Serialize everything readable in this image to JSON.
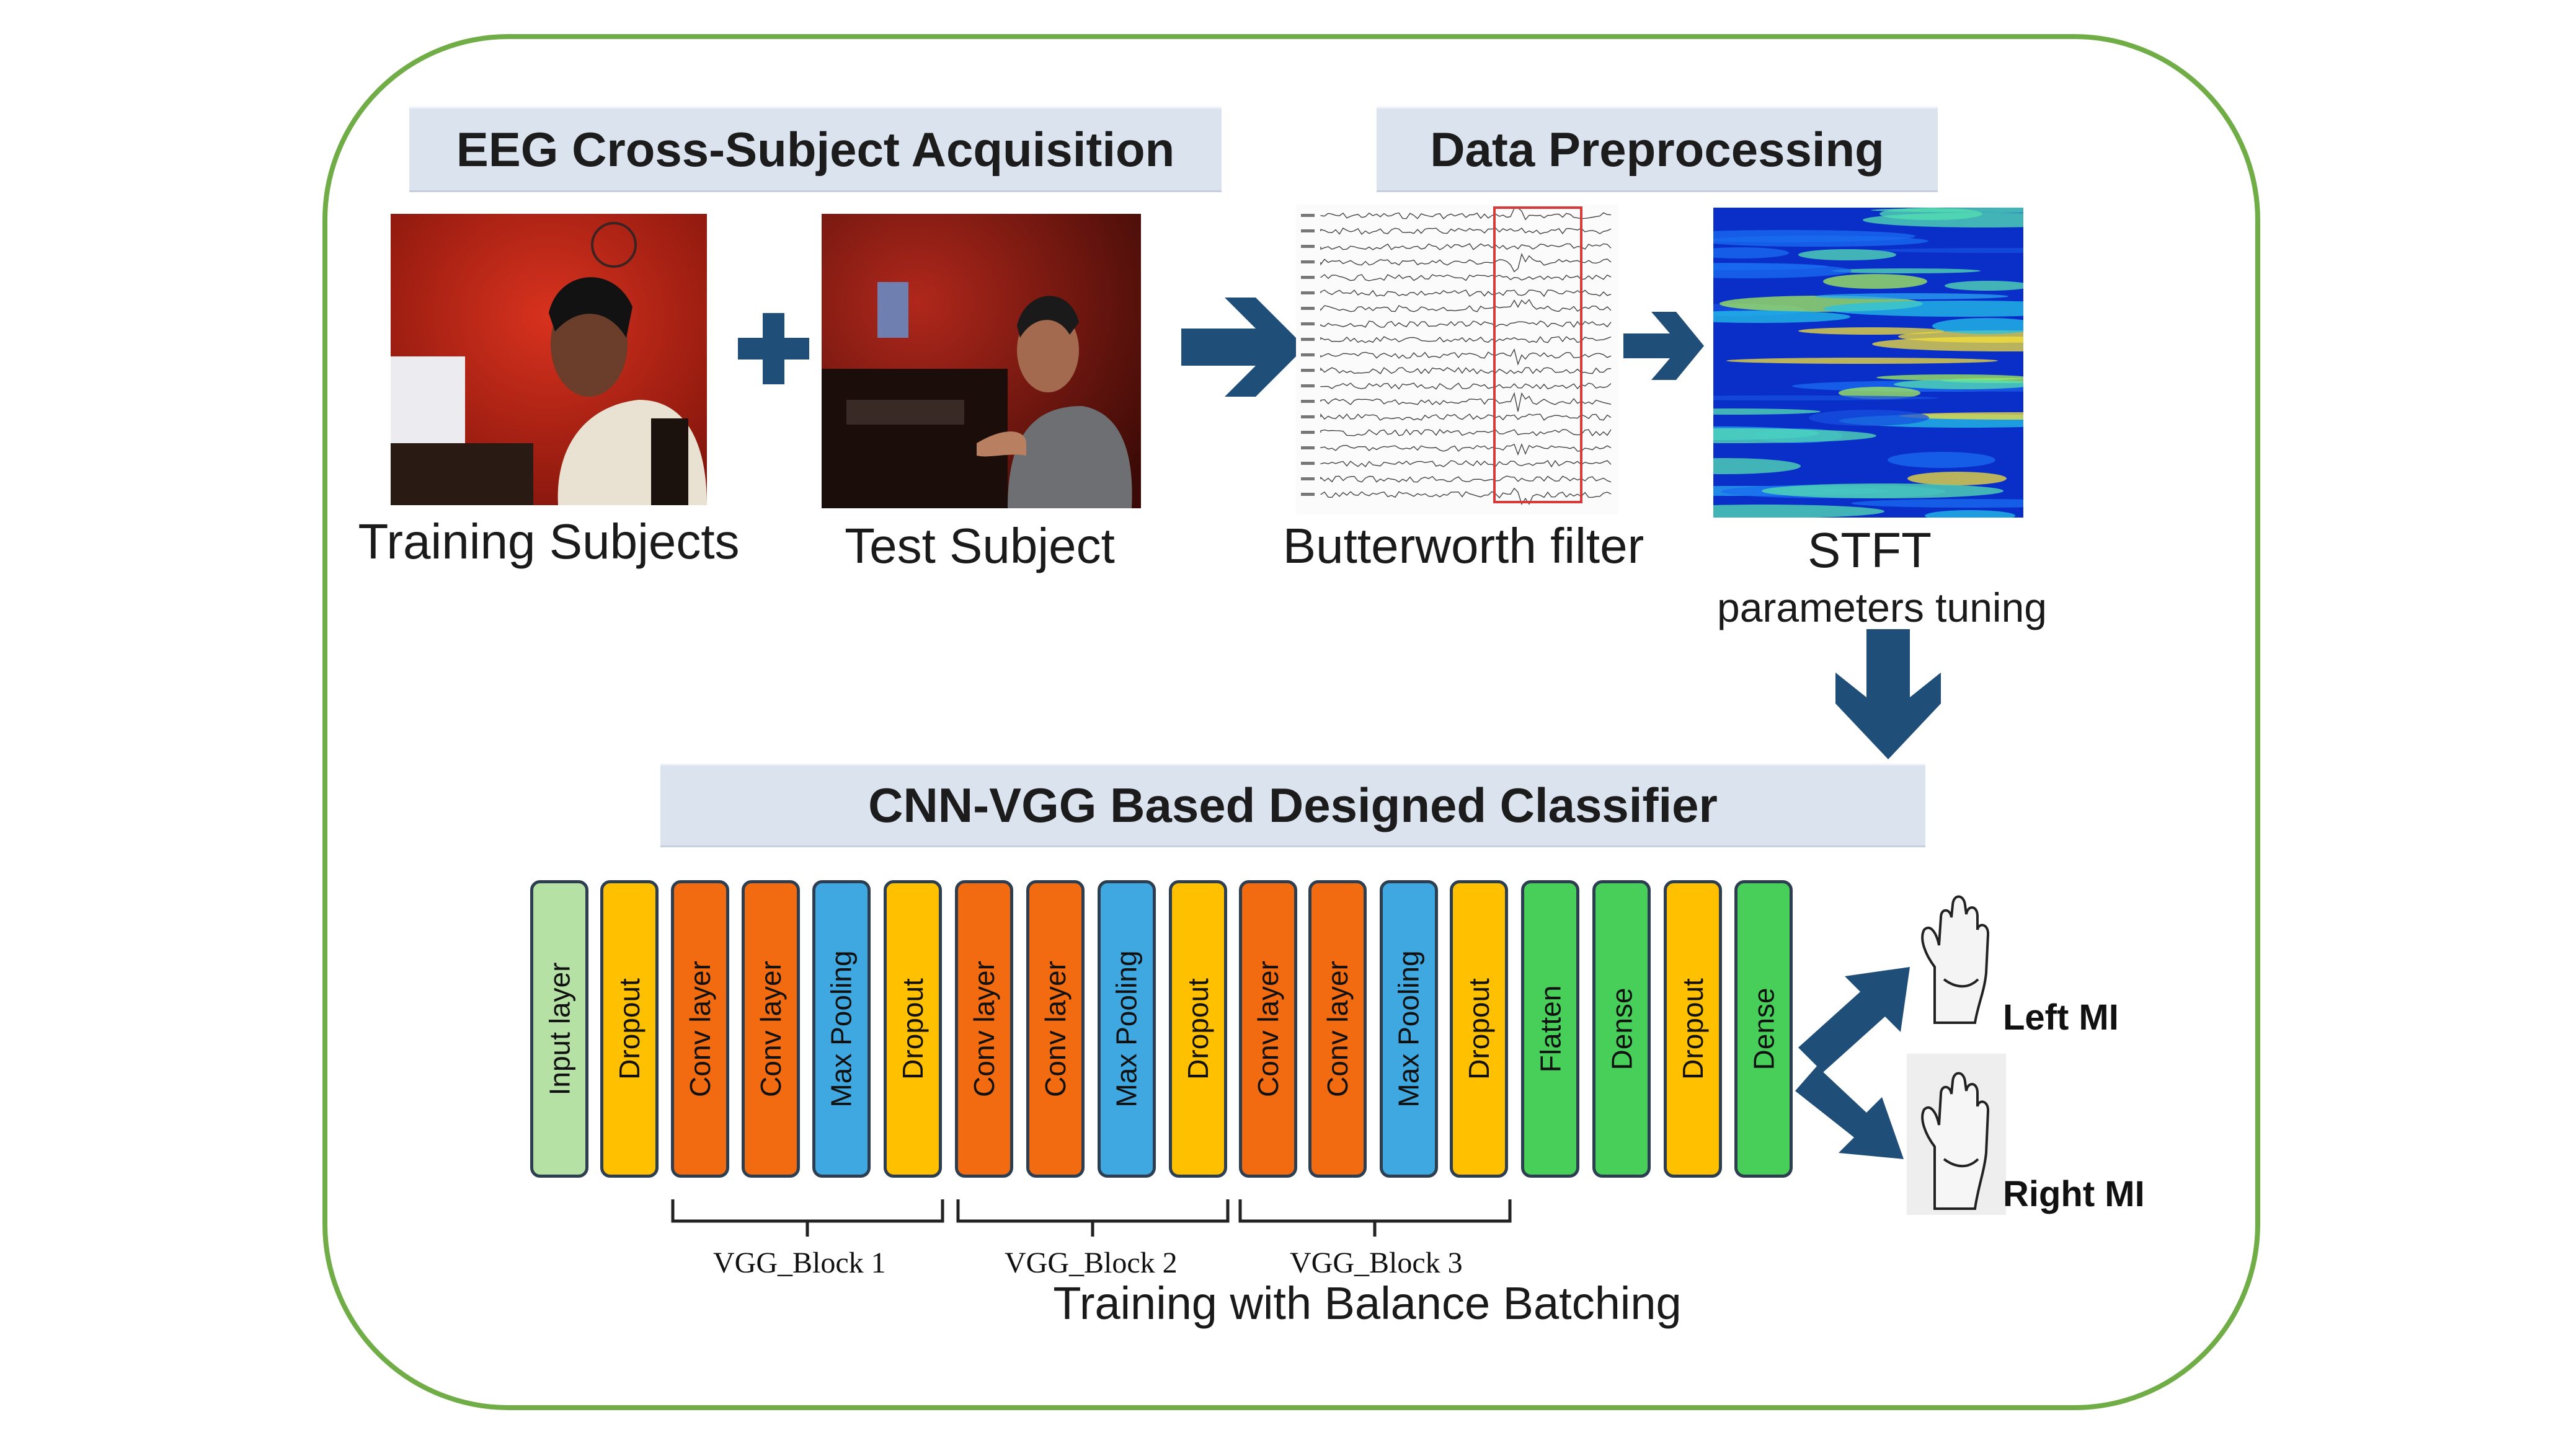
{
  "banners": {
    "acquisition": "EEG Cross-Subject Acquisition",
    "preprocessing": "Data Preprocessing",
    "classifier": "CNN-VGG Based Designed Classifier"
  },
  "captions": {
    "training": "Training Subjects",
    "test": "Test Subject",
    "butterworth": "Butterworth filter",
    "stft": "STFT",
    "stft_sub": "parameters tuning"
  },
  "layers": [
    {
      "label": "Input layer",
      "color": "#b5e2a4"
    },
    {
      "label": "Dropout",
      "color": "#ffc000"
    },
    {
      "label": "Conv layer",
      "color": "#f26b10"
    },
    {
      "label": "Conv layer",
      "color": "#f26b10"
    },
    {
      "label": "Max Pooling",
      "color": "#3fa8e0"
    },
    {
      "label": "Dropout",
      "color": "#ffc000"
    },
    {
      "label": "Conv layer",
      "color": "#f26b10"
    },
    {
      "label": "Conv layer",
      "color": "#f26b10"
    },
    {
      "label": "Max Pooling",
      "color": "#3fa8e0"
    },
    {
      "label": "Dropout",
      "color": "#ffc000"
    },
    {
      "label": "Conv layer",
      "color": "#f26b10"
    },
    {
      "label": "Conv layer",
      "color": "#f26b10"
    },
    {
      "label": "Max Pooling",
      "color": "#3fa8e0"
    },
    {
      "label": "Dropout",
      "color": "#ffc000"
    },
    {
      "label": "Flatten",
      "color": "#47cf5a"
    },
    {
      "label": "Dense",
      "color": "#47cf5a"
    },
    {
      "label": "Dropout",
      "color": "#ffc000"
    },
    {
      "label": "Dense",
      "color": "#47cf5a"
    }
  ],
  "blocks": [
    "VGG_Block 1",
    "VGG_Block 2",
    "VGG_Block 3"
  ],
  "training_note": "Training with Balance Batching",
  "outputs": {
    "left": "Left MI",
    "right": "Right MI"
  },
  "colors": {
    "frame": "#70ad47",
    "arrow": "#1f4e79",
    "banner": "#dbe3ef"
  },
  "icons": [
    "plus-icon",
    "arrow-right-icon",
    "arrow-down-icon",
    "hand-icon"
  ]
}
